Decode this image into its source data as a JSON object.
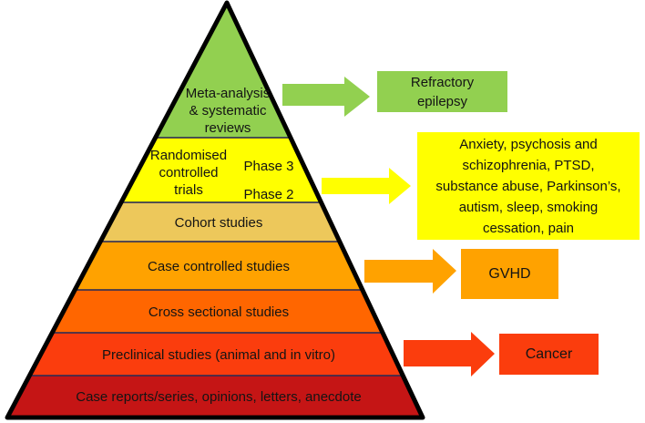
{
  "canvas": {
    "background": "#ffffff"
  },
  "pyramid": {
    "outline_color": "#000000",
    "divider_color": "#2e2e54",
    "levels": [
      {
        "name": "meta-analysis",
        "label": "Meta-analysis\n& systematic\nreviews",
        "color": "#92d050"
      },
      {
        "name": "rct",
        "label": "Randomised\ncontrolled\ntrials",
        "phases": "Phase 3\nPhase 2",
        "color": "#ffff00"
      },
      {
        "name": "cohort",
        "label": "Cohort studies",
        "color": "#edc85b"
      },
      {
        "name": "case-controlled",
        "label": "Case controlled studies",
        "color": "#ffa200"
      },
      {
        "name": "cross-sectional",
        "label": "Cross sectional studies",
        "color": "#ff6600"
      },
      {
        "name": "preclinical",
        "label": "Preclinical studies (animal and in vitro)",
        "color": "#fb3d0d"
      },
      {
        "name": "case-reports",
        "label": "Case reports/series, opinions, letters, anecdote",
        "color": "#c51515"
      }
    ]
  },
  "callouts": [
    {
      "name": "refractory-epilepsy",
      "text": "Refractory\nepilepsy",
      "color": "#92d050"
    },
    {
      "name": "rct-indications",
      "text": "Anxiety, psychosis and\nschizophrenia, PTSD,\nsubstance abuse, Parkinson’s,\nautism, sleep, smoking\ncessation, pain",
      "color": "#ffff00"
    },
    {
      "name": "gvhd",
      "text": "GVHD",
      "color": "#ffa200"
    },
    {
      "name": "cancer",
      "text": "Cancer",
      "color": "#fb3d0d"
    }
  ]
}
